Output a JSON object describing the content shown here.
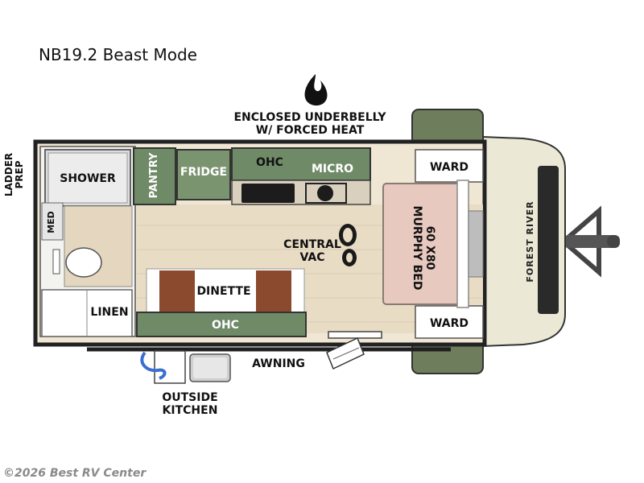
{
  "title": "NB19.2 Beast Mode",
  "labels": {
    "underbelly": "ENCLOSED UNDERBELLY\nW/ FORCED HEAT",
    "ladder_prep": "LADDER\nPREP",
    "shower": "SHOWER",
    "pantry": "PANTRY",
    "fridge": "FRIDGE",
    "ohc_top": "OHC",
    "micro": "MICRO",
    "ward_top": "WARD",
    "murphy_bed": "60 X80\nMURPHY BED",
    "med": "MED",
    "central_vac": "CENTRAL\nVAC",
    "dinette": "DINETTE",
    "linen": "LINEN",
    "ohc_bottom": "OHC",
    "ward_bottom": "WARD",
    "awning": "AWNING",
    "outside_kitchen": "OUTSIDE\nKITCHEN",
    "brand": "FOREST RIVER"
  },
  "icons": {
    "heat": "flame-icon",
    "vac": "boot-print-icon"
  },
  "colors": {
    "cabinet_green": "#6f8a67",
    "cabinet_green_light": "#8ea383",
    "floor": "#e7dcc6",
    "bed": "#e7c9bf",
    "dinette_cushion": "#8b4a2d",
    "wall": "#2b2b2b",
    "front_cap": "#ece9d8",
    "tire": "#5d6a4f"
  },
  "credit": "©2026 Best RV Center"
}
